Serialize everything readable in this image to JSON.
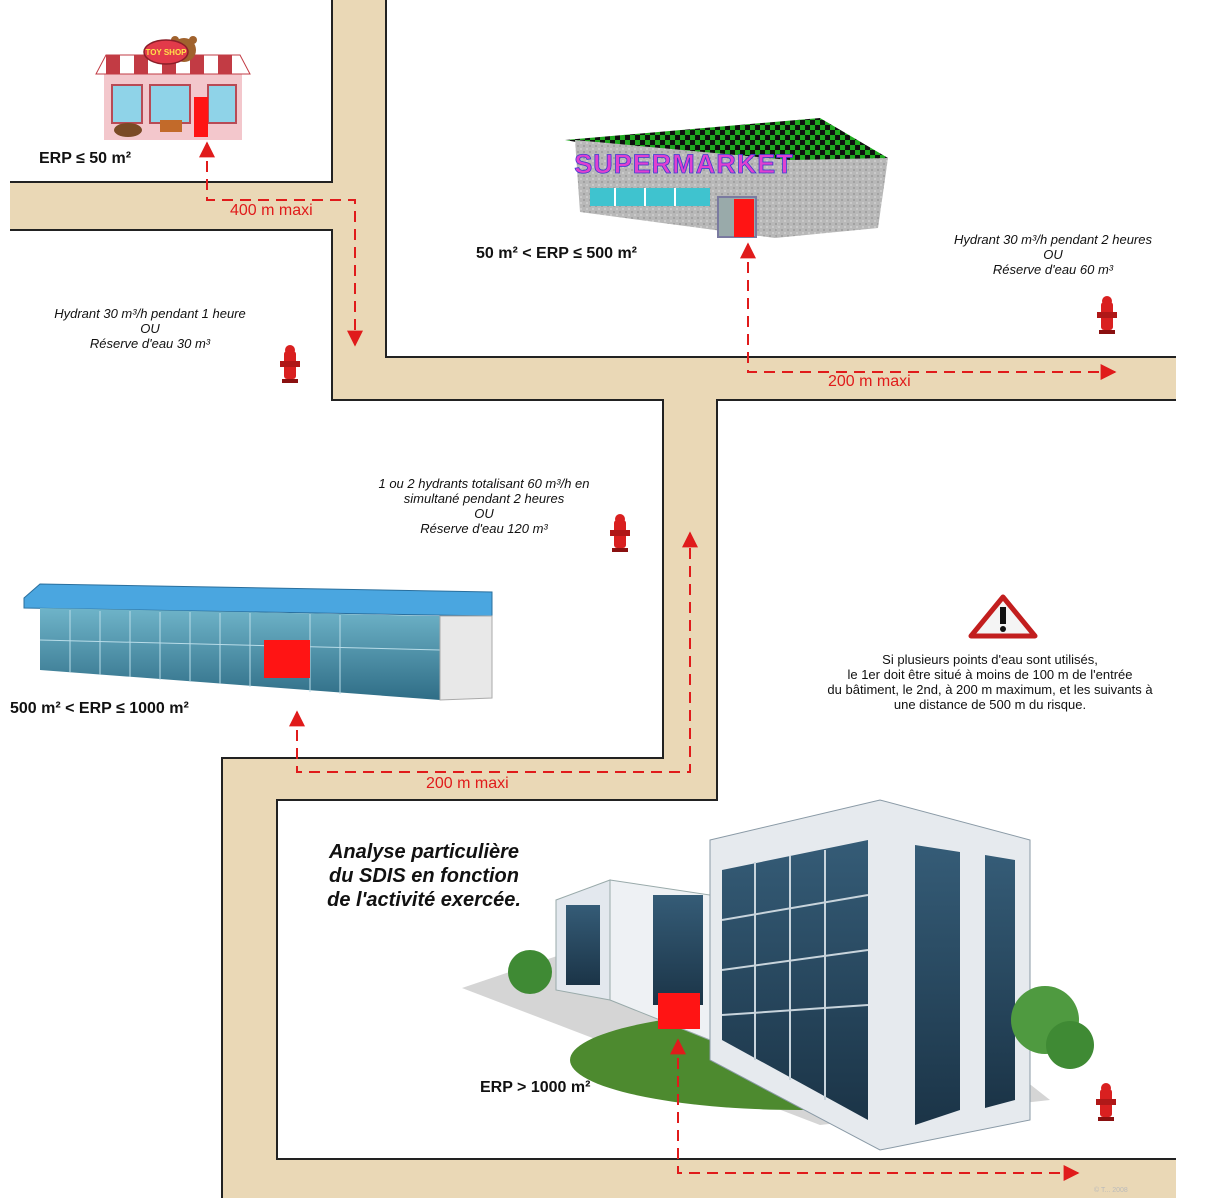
{
  "buildings": {
    "toy_shop_sign": "TOY SHOP",
    "supermarket_sign": "SUPERMARKET"
  },
  "labels": {
    "erp_small": "ERP ≤  50 m²",
    "erp_medium": "50 m² < ERP ≤  500 m²",
    "erp_large": "500 m² < ERP ≤  1000 m²",
    "erp_xlarge": "ERP >  1000 m²"
  },
  "distances": {
    "d1": "400 m maxi",
    "d2": "200 m maxi",
    "d3": "200 m maxi"
  },
  "notes": {
    "small": [
      "Hydrant 30 m³/h pendant 1 heure",
      "OU",
      "Réserve d'eau 30 m³"
    ],
    "medium": [
      "Hydrant 30 m³/h pendant 2 heures",
      "OU",
      "Réserve d'eau 60 m³"
    ],
    "large": [
      "1 ou 2 hydrants totalisant 60 m³/h en",
      "simultané pendant 2 heures",
      "OU",
      "Réserve d'eau 120 m³"
    ]
  },
  "analysis": [
    "Analyse particulière",
    "du SDIS en fonction",
    "de l'activité exercée."
  ],
  "warning": {
    "icon": "warning-triangle-icon",
    "lines": [
      "Si plusieurs points d'eau sont utilisés,",
      "le 1er doit être situé à moins de 100 m de l'entrée",
      "du bâtiment, le 2nd, à 200 m maximum, et les suivants à",
      "une distance de 500 m du risque."
    ]
  },
  "colors": {
    "road": "#ead8b6",
    "road_edge": "#222222",
    "arrow": "#e01b1b",
    "hydrant": "#d92020",
    "door": "#ff1414",
    "supermarket_roof": "#2a9d2a",
    "warehouse_roof": "#4aa6e0"
  },
  "credit": "© T... 2008"
}
